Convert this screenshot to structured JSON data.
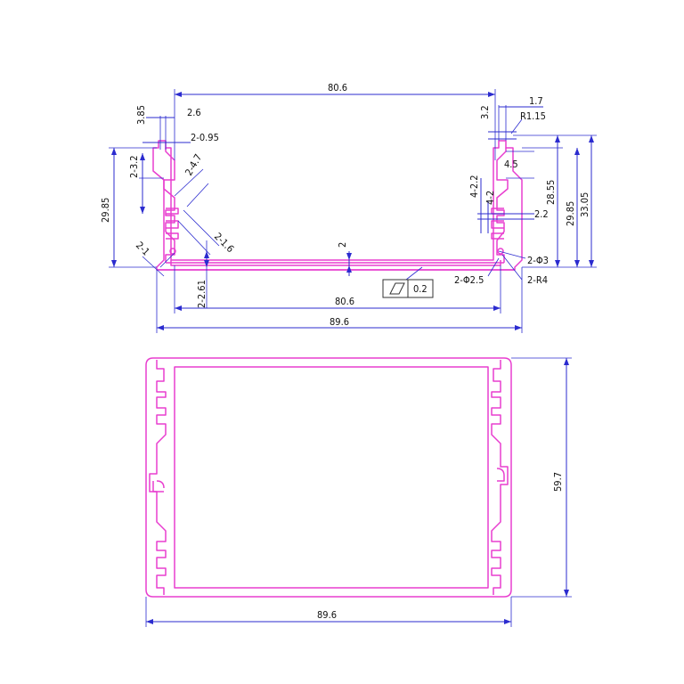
{
  "dimensions": {
    "top_inner_width": "80.6",
    "top_right_wall": "1.7",
    "top_right_slot": "3.2",
    "top_right_radius": "R1.15",
    "top_left_slot_height": "3.85",
    "top_left_lip": "2.6",
    "top_left_gap": "2-0.95",
    "left_slot_depth": "2-3.2",
    "left_angle_face": "2-4.7",
    "left_height": "29.85",
    "left_fin_gap": "2-1.6",
    "left_corner": "2-1",
    "left_base_offset": "2-2.61",
    "base_wall": "2",
    "right_step": "4.5",
    "right_fin_pitch": "4-2.2",
    "right_fin_width": "4-2",
    "right_fin_depth": "2.2",
    "right_inner_height": "28.55",
    "right_height": "29.85",
    "right_total_height": "33.05",
    "right_hole_large": "2-Φ3",
    "right_hole_small": "2-Φ2.5",
    "right_radius": "2-R4",
    "flatness_value": "0.2",
    "bottom_inner_width": "80.6",
    "bottom_total_width": "89.6",
    "plan_height": "59.7",
    "plan_width": "89.6"
  }
}
